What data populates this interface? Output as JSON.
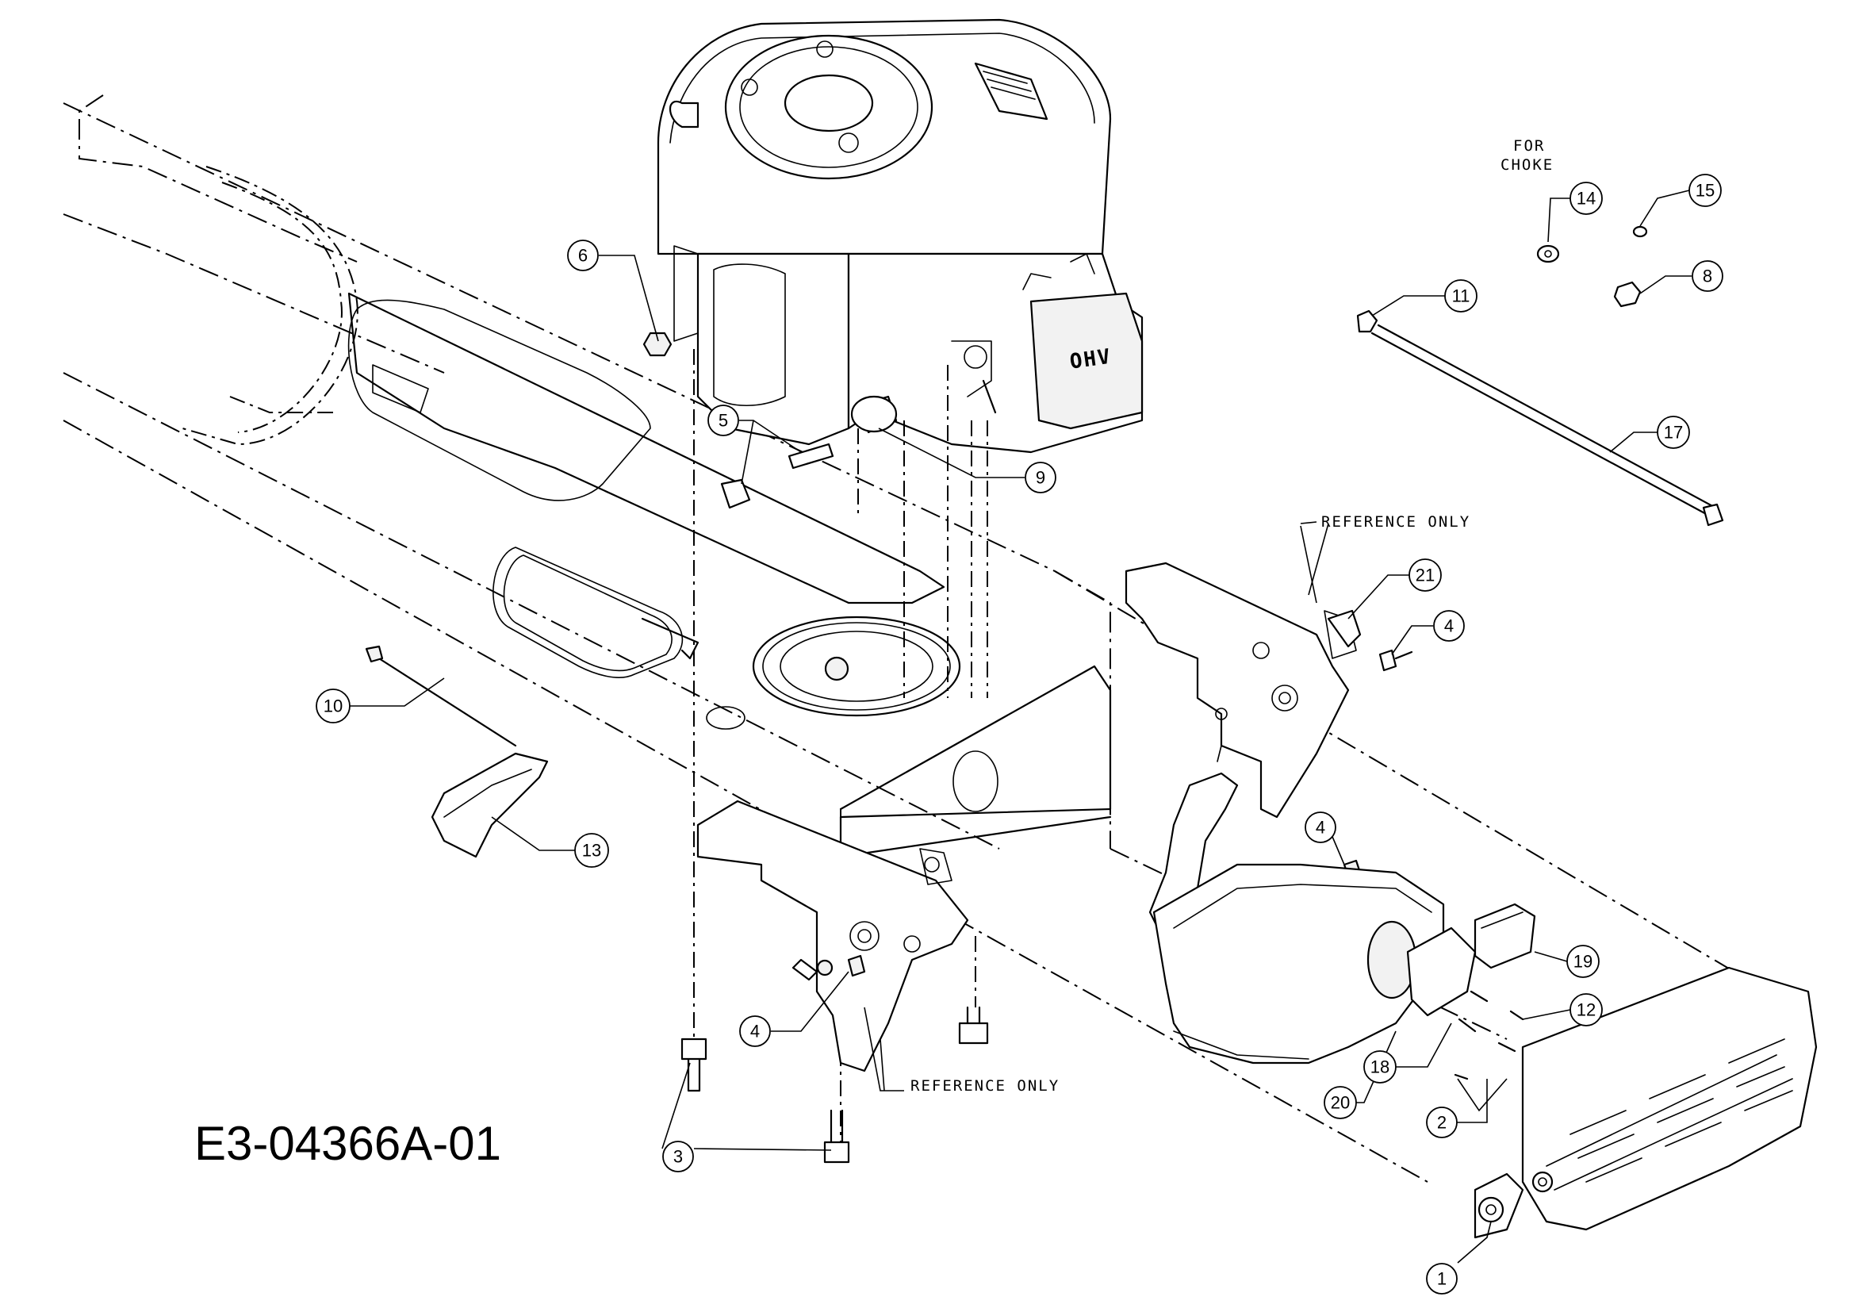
{
  "drawing_number": "E3-04366A-01",
  "notes": {
    "for_choke_line1": "FOR",
    "for_choke_line2": "CHOKE",
    "reference_only_upper": "REFERENCE ONLY",
    "reference_only_lower": "REFERENCE ONLY"
  },
  "callouts": {
    "c1": "1",
    "c2": "2",
    "c3": "3",
    "c4a": "4",
    "c4b": "4",
    "c4c": "4",
    "c5": "5",
    "c6": "6",
    "c8": "8",
    "c9": "9",
    "c10": "10",
    "c11": "11",
    "c12": "12",
    "c13": "13",
    "c14": "14",
    "c15": "15",
    "c17": "17",
    "c18": "18",
    "c19": "19",
    "c20": "20",
    "c21": "21"
  },
  "engine_badge": "OHV"
}
